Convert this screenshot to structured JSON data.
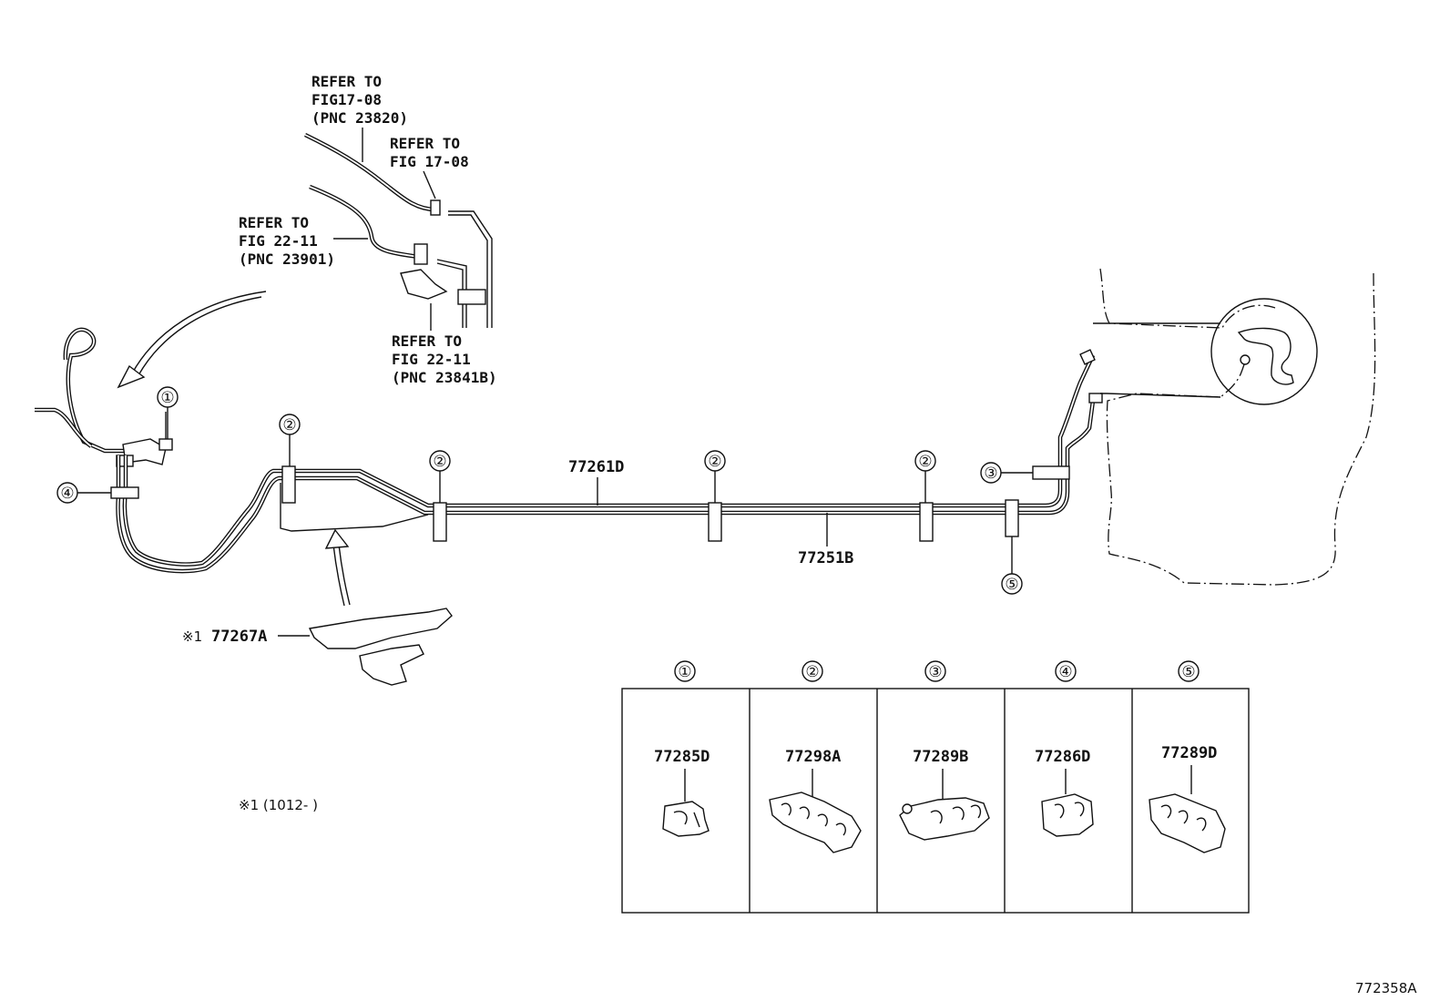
{
  "diagram_id": "772358A",
  "references": [
    {
      "lines": [
        "REFER TO",
        "FIG17-08",
        "(PNC 23820)"
      ]
    },
    {
      "lines": [
        "REFER TO",
        "FIG 17-08"
      ]
    },
    {
      "lines": [
        "REFER TO",
        "FIG 22-11",
        "(PNC 23901)"
      ]
    },
    {
      "lines": [
        "REFER TO",
        "FIG 22-11",
        "(PNC 23841B)"
      ]
    }
  ],
  "parts": {
    "line_upper": "77261D",
    "line_lower": "77251B",
    "protector": "77267A",
    "protector_prefix": "※1"
  },
  "note": "※1 (1012-    )",
  "callouts": [
    "①",
    "②",
    "③",
    "④",
    "⑤"
  ],
  "clamp_table": [
    {
      "num": "①",
      "part": "77285D"
    },
    {
      "num": "②",
      "part": "77298A"
    },
    {
      "num": "③",
      "part": "77289B"
    },
    {
      "num": "④",
      "part": "77286D"
    },
    {
      "num": "⑤",
      "part": "77289D"
    }
  ]
}
